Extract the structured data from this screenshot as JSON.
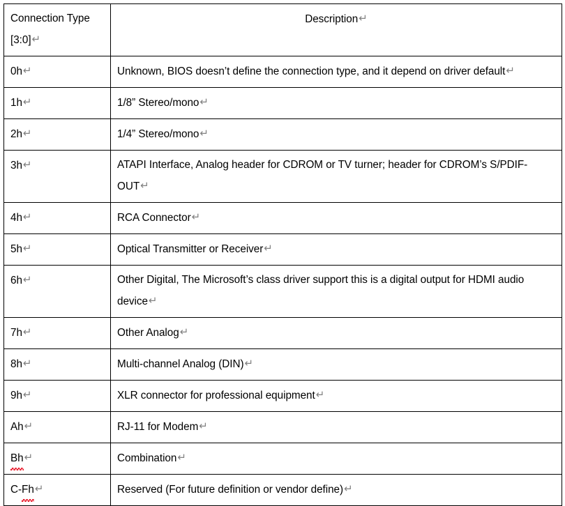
{
  "document": {
    "kind": "word-table",
    "formatting_marks_visible": true,
    "paragraph_mark_glyph": "↵",
    "colors": {
      "text": "#000000",
      "border": "#000000",
      "background": "#ffffff",
      "formatting_mark": "#808080",
      "spellcheck_underline": "#e81123"
    }
  },
  "table": {
    "columns": [
      {
        "key": "type",
        "header": "Connection Type [3:0]",
        "align": "left"
      },
      {
        "key": "description",
        "header": "Description",
        "align": "center"
      }
    ],
    "rows": [
      {
        "type": "0h",
        "type_misspelled": false,
        "description": "Unknown, BIOS doesn’t define the connection type, and it depend on driver default"
      },
      {
        "type": "1h",
        "type_misspelled": false,
        "description": "1/8” Stereo/mono"
      },
      {
        "type": "2h",
        "type_misspelled": false,
        "description": "1/4” Stereo/mono"
      },
      {
        "type": "3h",
        "type_misspelled": false,
        "description": "ATAPI Interface, Analog header for CDROM or TV turner; header for CDROM’s S/PDIF-OUT"
      },
      {
        "type": "4h",
        "type_misspelled": false,
        "description": "RCA Connector"
      },
      {
        "type": "5h",
        "type_misspelled": false,
        "description": "Optical Transmitter or Receiver"
      },
      {
        "type": "6h",
        "type_misspelled": false,
        "description": "Other Digital, The Microsoft’s class driver support this is a digital output for HDMI audio device"
      },
      {
        "type": "7h",
        "type_misspelled": false,
        "description": "Other Analog"
      },
      {
        "type": "8h",
        "type_misspelled": false,
        "description": "Multi-channel Analog (DIN)"
      },
      {
        "type": "9h",
        "type_misspelled": false,
        "description": "XLR connector for professional equipment"
      },
      {
        "type": "Ah",
        "type_misspelled": false,
        "description": "RJ-11 for Modem"
      },
      {
        "type": "Bh",
        "type_misspelled": true,
        "misspelled_part": "Bh",
        "description": "Combination"
      },
      {
        "type": "C-Fh",
        "type_misspelled": true,
        "misspelled_prefix": "C-",
        "misspelled_part": "Fh",
        "description": "Reserved (For future definition or vendor define)"
      }
    ]
  }
}
